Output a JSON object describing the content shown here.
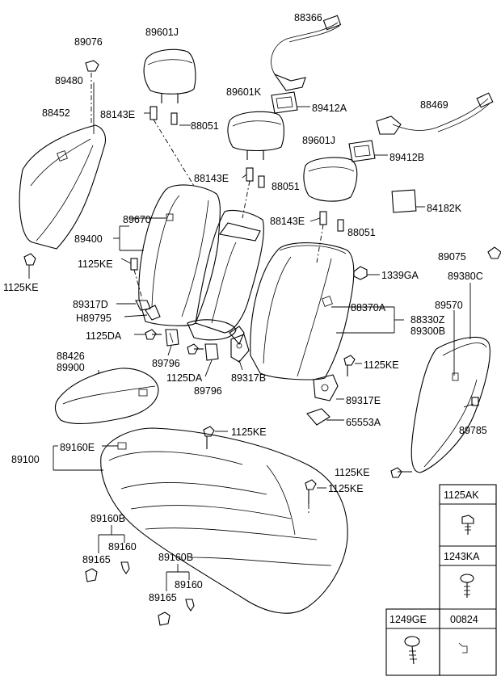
{
  "labels": {
    "l89076": "89076",
    "l89480": "89480",
    "l88452": "88452",
    "l1125KE_a": "1125KE",
    "l89601J_a": "89601J",
    "l88143E_a": "88143E",
    "l88051_a": "88051",
    "l88366": "88366",
    "l89601K": "89601K",
    "l89412A": "89412A",
    "l88469": "88469",
    "l89412B": "89412B",
    "l89601J_b": "89601J",
    "l88143E_b": "88143E",
    "l88051_b": "88051",
    "l84182K": "84182K",
    "l88143E_c": "88143E",
    "l88051_c": "88051",
    "l89670": "89670",
    "l89400": "89400",
    "l1125KE_b": "1125KE",
    "l1339GA": "1339GA",
    "l89075": "89075",
    "l89380C": "89380C",
    "l89570": "89570",
    "l89317D": "89317D",
    "lH89795": "H89795",
    "l1125DA_a": "1125DA",
    "l88370A": "88370A",
    "l88330Z": "88330Z",
    "l89300B": "89300B",
    "l89796_a": "89796",
    "l1125DA_b": "1125DA",
    "l89796_b": "89796",
    "l89317B": "89317B",
    "l1125KE_c": "1125KE",
    "l89317E": "89317E",
    "l65553A": "65553A",
    "l89785": "89785",
    "l88426": "88426",
    "l89900": "89900",
    "l1125KE_d": "1125KE",
    "l89160E": "89160E",
    "l89100": "89100",
    "l1125KE_e": "1125KE",
    "l1125KE_f": "1125KE",
    "l89160B_a": "89160B",
    "l89160_a": "89160",
    "l89165_a": "89165",
    "l89160B_b": "89160B",
    "l89160_b": "89160",
    "l89165_b": "89165"
  },
  "fastener_table": {
    "row1": "1125AK",
    "row2": "1243KA",
    "row3_left": "1249GE",
    "row3_right": "00824"
  }
}
